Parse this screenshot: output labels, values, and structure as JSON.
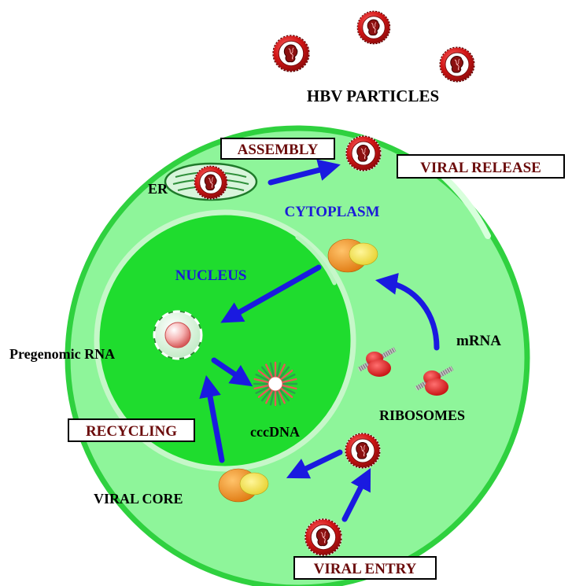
{
  "labels": {
    "hbv_particles": "HBV PARTICLES",
    "assembly": "ASSEMBLY",
    "viral_release": "VIRAL RELEASE",
    "er": "ER",
    "cytoplasm": "CYTOPLASM",
    "nucleus": "NUCLEUS",
    "pregenomic_rna": "Pregenomic RNA",
    "mrna": "mRNA",
    "ribosomes": "RIBOSOMES",
    "recycling": "RECYCLING",
    "cccdna": "cccDNA",
    "viral_core": "VIRAL CORE",
    "viral_entry": "VIRAL ENTRY"
  },
  "colors": {
    "cell_fill": "#8ef59a",
    "cell_border": "#2fd13f",
    "nucleus_fill": "#1fdc2e",
    "arrow": "#1a1ae0",
    "virus_ring": "#c81414",
    "virus_core": "#7a0e0e",
    "box_text": "#6b0b0b",
    "blue_label": "#1b1bd8",
    "core_orange": "#f39a2a",
    "core_yellow": "#f2e24a",
    "ribosome": "#e81818"
  }
}
